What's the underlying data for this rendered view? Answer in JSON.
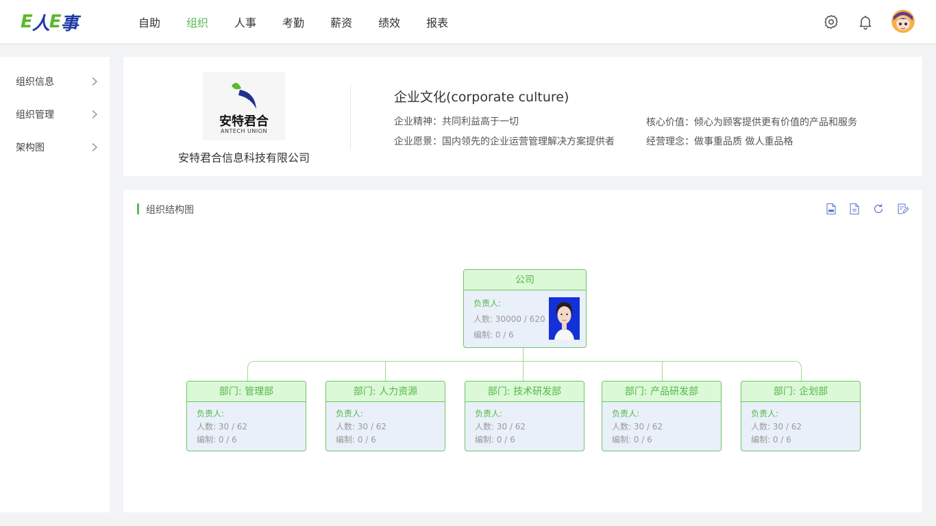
{
  "header": {
    "logo": {
      "part1": "E",
      "part2": "人",
      "part3": "E",
      "part4": "事"
    },
    "nav": [
      "自助",
      "组织",
      "人事",
      "考勤",
      "薪资",
      "绩效",
      "报表"
    ],
    "active_nav": "组织",
    "icons": [
      "gear-icon",
      "bell-icon",
      "avatar"
    ]
  },
  "sidebar": {
    "items": [
      {
        "label": "组织信息"
      },
      {
        "label": "组织管理"
      },
      {
        "label": "架构图"
      }
    ]
  },
  "company": {
    "logo_cn": "安特君合",
    "logo_en": "ANTECH UNION",
    "name": "安特君合信息科技有限公司",
    "culture_title": "企业文化(corporate culture)",
    "spirit_label": "企业精神：",
    "spirit": "共同利益高于一切",
    "vision_label": "企业愿景：",
    "vision": "国内领先的企业运营管理解决方案提供者",
    "value_label": "核心价值：",
    "value": "倾心为顾客提供更有价值的产品和服务",
    "idea_label": "经营理念：",
    "idea": "做事重品质 做人重品格"
  },
  "org": {
    "title": "组织结构图",
    "toolbar": [
      "png-export-icon",
      "pdf-export-icon",
      "refresh-icon",
      "edit-icon"
    ],
    "root": {
      "title": "公司",
      "lead": "负责人:",
      "headcount": "人数:  30000 / 620",
      "quota": "编制:  0 / 6"
    },
    "departments": [
      {
        "title": "部门:  管理部",
        "lead": "负责人:",
        "headcount": "人数:  30 / 62",
        "quota": "编制:  0 / 6"
      },
      {
        "title": "部门:  人力资源",
        "lead": "负责人:",
        "headcount": "人数:  30 / 62",
        "quota": "编制:  0 / 6"
      },
      {
        "title": "部门:  技术研发部",
        "lead": "负责人:",
        "headcount": "人数:  30 / 62",
        "quota": "编制:  0 / 6"
      },
      {
        "title": "部门:  产品研发部",
        "lead": "负责人:",
        "headcount": "人数:  30 / 62",
        "quota": "编制:  0 / 6"
      },
      {
        "title": "部门:  企划部",
        "lead": "负责人:",
        "headcount": "人数:  30 / 62",
        "quota": "编制:  0 / 6"
      }
    ]
  },
  "colors": {
    "accent": "#5cb85c",
    "brand_blue": "#1f3aa6",
    "node_border": "#6ec463",
    "node_header": "#dbf8d7",
    "node_body": "#eaf0f9"
  }
}
